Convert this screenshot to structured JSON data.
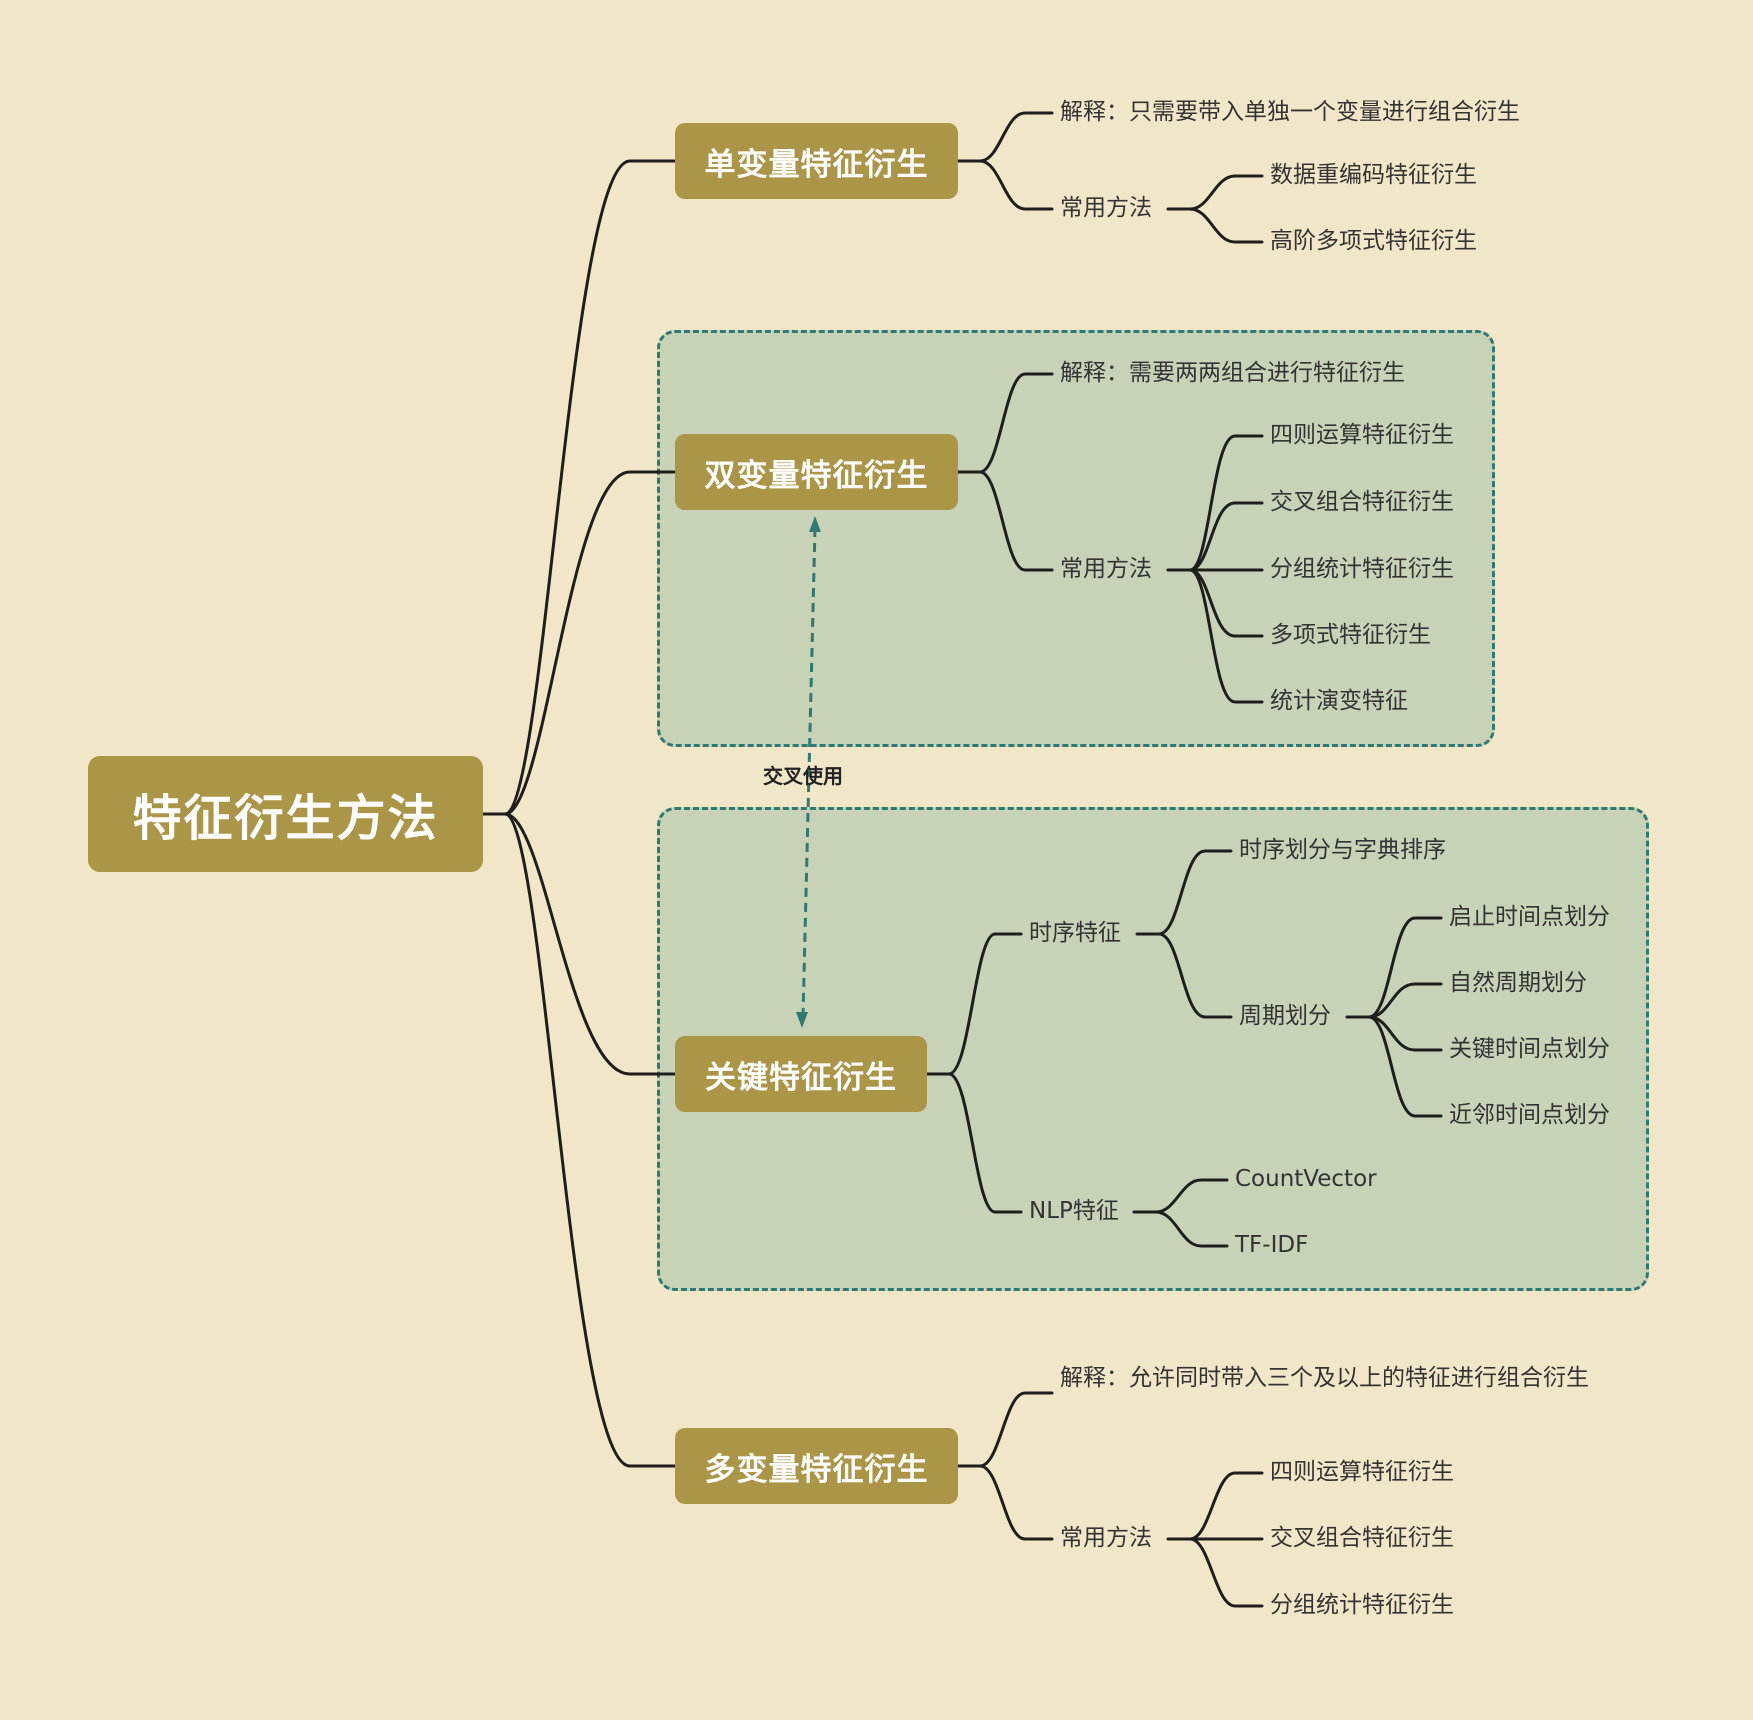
{
  "root": {
    "label": "特征衍生方法"
  },
  "branches": {
    "univariate": {
      "label": "单变量特征衍生",
      "explain": "解释：只需要带入单独一个变量进行组合衍生",
      "methods_label": "常用方法",
      "methods": [
        "数据重编码特征衍生",
        "高阶多项式特征衍生"
      ]
    },
    "bivariate": {
      "label": "双变量特征衍生",
      "explain": "解释：需要两两组合进行特征衍生",
      "methods_label": "常用方法",
      "methods": [
        "四则运算特征衍生",
        "交叉组合特征衍生",
        "分组统计特征衍生",
        "多项式特征衍生",
        "统计演变特征"
      ]
    },
    "key": {
      "label": "关键特征衍生",
      "timeseries": {
        "label": "时序特征",
        "items": [
          "时序划分与字典排序"
        ],
        "period": {
          "label": "周期划分",
          "items": [
            "启止时间点划分",
            "自然周期划分",
            "关键时间点划分",
            "近邻时间点划分"
          ]
        }
      },
      "nlp": {
        "label": "NLP特征",
        "items": [
          "CountVector",
          "TF-IDF"
        ]
      }
    },
    "multivariate": {
      "label": "多变量特征衍生",
      "explain": "解释：允许同时带入三个及以上的特征进行组合衍生",
      "methods_label": "常用方法",
      "methods": [
        "四则运算特征衍生",
        "交叉组合特征衍生",
        "分组统计特征衍生"
      ]
    }
  },
  "relation": {
    "label": "交叉使用"
  },
  "colors": {
    "background": "#f1e7c8",
    "topic_fill": "#ab9547",
    "group_fill": "#c7d2b7",
    "group_border": "#2e7a72",
    "line": "#1e1e1e"
  }
}
